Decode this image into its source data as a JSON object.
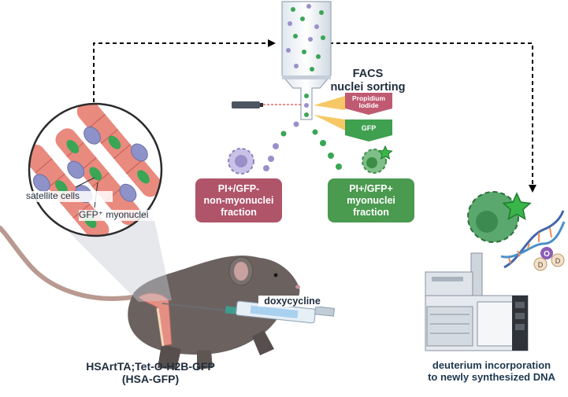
{
  "facs": {
    "title": "FACS\nnuclei sorting",
    "propidium_label": "Propidium\nIodide",
    "gfp_label": "GFP"
  },
  "fractions": {
    "non_myo": {
      "label": "PI+/GFP-\nnon-myonuclei\nfraction",
      "color": "#b0546a"
    },
    "myo": {
      "label": "PI+/GFP+\nmyonuclei\nfraction",
      "color": "#4a9a4f"
    }
  },
  "magnifier": {
    "satellite_label": "satellite cells",
    "gfp_label": "GFP⁺ myonuclei"
  },
  "mouse": {
    "label": "HSArtTA;Tet-O-H2B-GFP\n(HSA-GFP)"
  },
  "injection": {
    "label": "doxycycline"
  },
  "dna_molecules": {
    "label_o": "O",
    "label_d1": "D",
    "label_d2": "D"
  },
  "output": {
    "label": "deuterium incorporation\nto newly synthesized DNA"
  },
  "colors": {
    "gfp_green": "#3aa655",
    "pi_purple": "#9b8fc9",
    "text": "#1f2d3d",
    "arrow": "#000000"
  }
}
